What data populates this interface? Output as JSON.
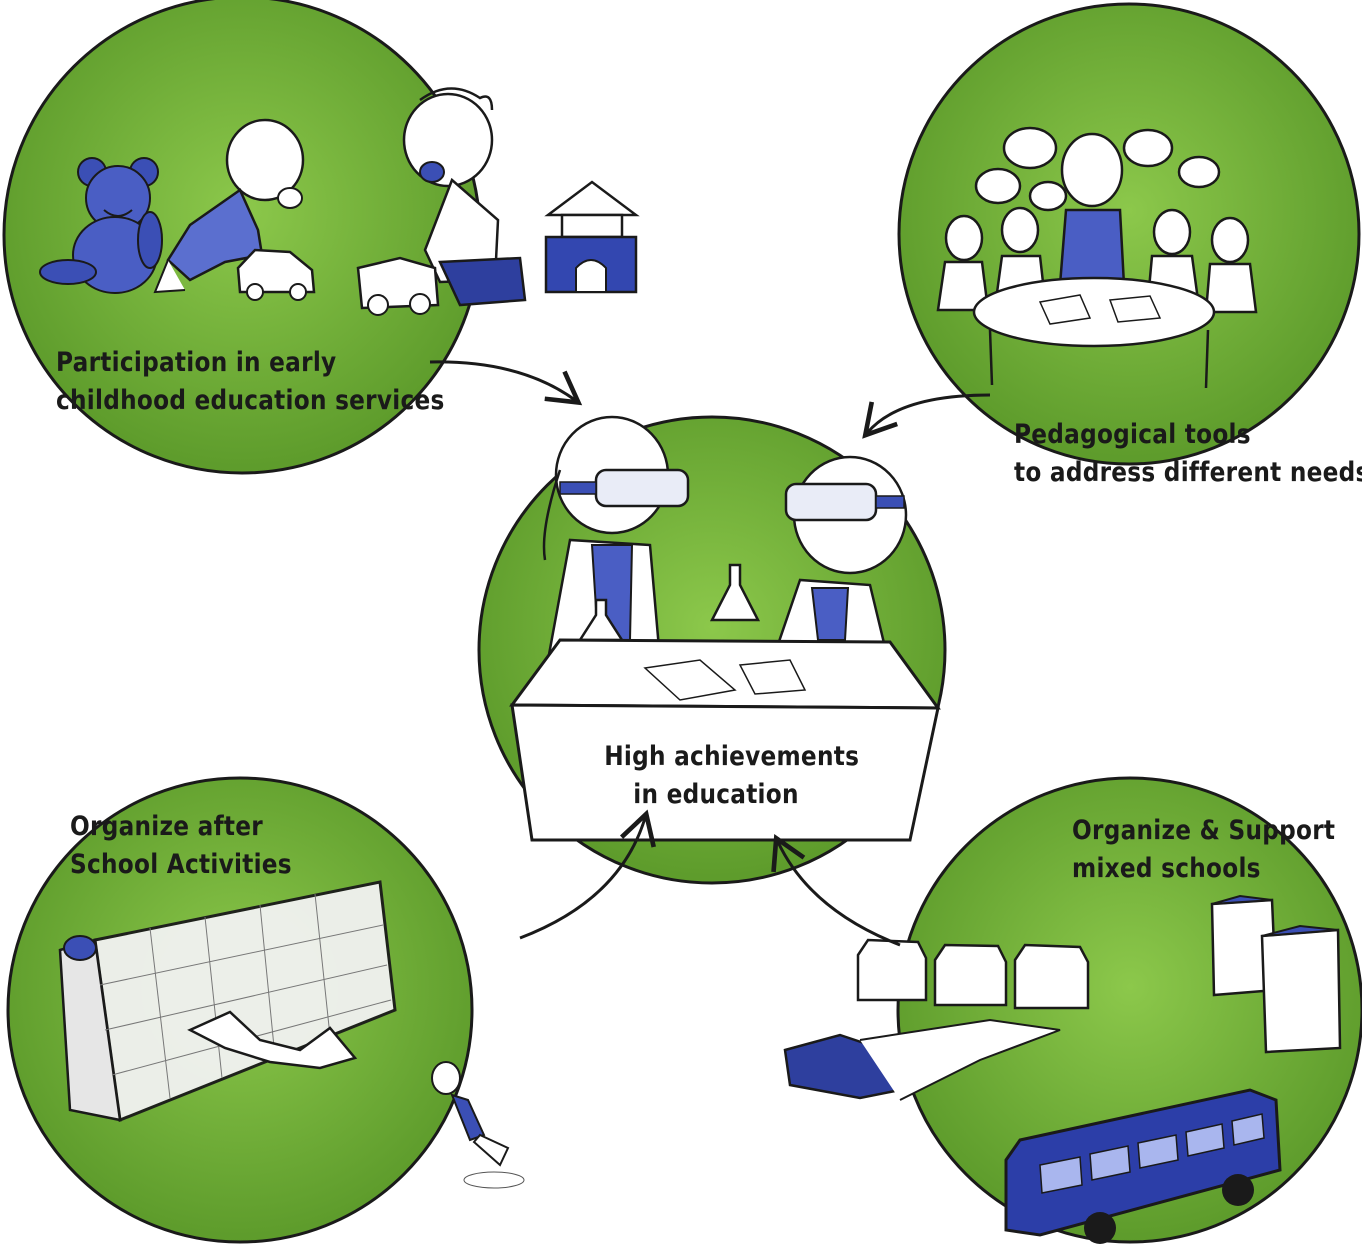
{
  "colors": {
    "circle_green": "#6aa833",
    "circle_green_light": "#9bd05a",
    "accent_blue": "#3b4fb5",
    "ink": "#1a1a1a"
  },
  "nodes": {
    "center": {
      "line1": "High achievements",
      "line2": "in education"
    },
    "top_left": {
      "line1": "Participation in early",
      "line2": "childhood education services"
    },
    "top_right": {
      "line1": "Pedagogical tools",
      "line2": "to address different needs"
    },
    "bottom_left": {
      "line1": "Organize after",
      "line2": "School Activities"
    },
    "bottom_right": {
      "line1": "Organize & Support",
      "line2": "mixed schools"
    }
  },
  "edges": [
    {
      "from": "top_left",
      "to": "center"
    },
    {
      "from": "top_right",
      "to": "center"
    },
    {
      "from": "bottom_left",
      "to": "center"
    },
    {
      "from": "bottom_right",
      "to": "center"
    }
  ],
  "illustration_icons": [
    "teddy-bear-icon",
    "crawling-baby-icon",
    "toy-car-icon",
    "toddler-icon",
    "toy-castle-icon",
    "teacher-icon",
    "speech-bubble-icon",
    "round-table-icon",
    "students-icon",
    "goggles-icon",
    "flask-icon",
    "soccer-goal-icon",
    "goalkeeper-icon",
    "runner-icon",
    "houses-icon",
    "apartment-tower-icon",
    "school-bus-icon"
  ]
}
